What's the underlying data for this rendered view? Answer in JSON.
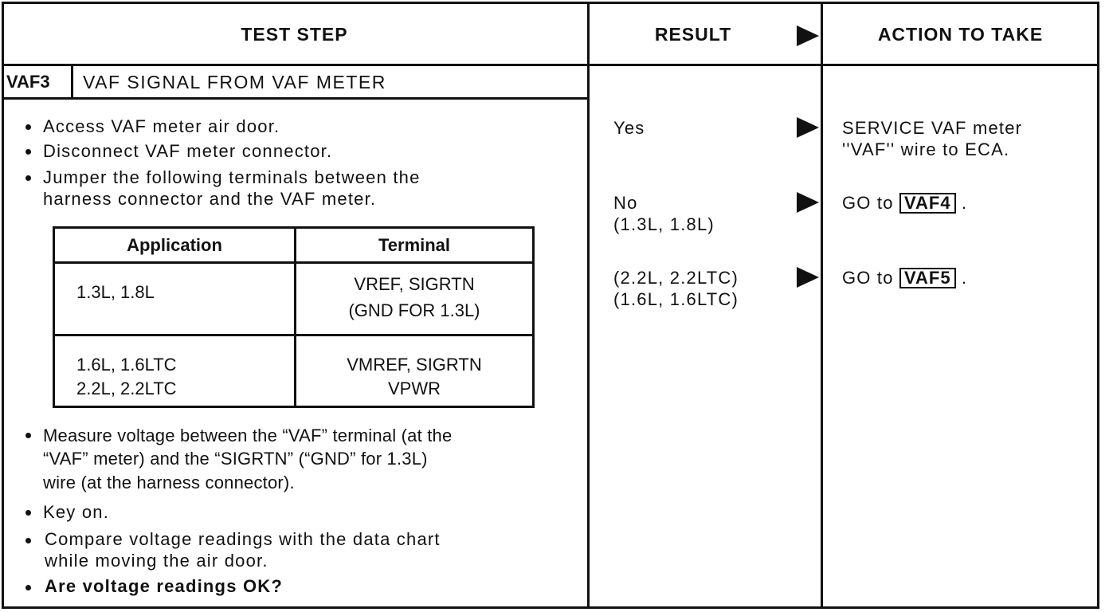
{
  "header": {
    "test_step": "TEST STEP",
    "result": "RESULT",
    "action_to_take": "ACTION TO TAKE"
  },
  "step": {
    "id": "VAF3",
    "title": "VAF SIGNAL FROM VAF METER"
  },
  "instructions_top": [
    "Access VAF meter air door.",
    "Disconnect VAF meter connector.",
    "Jumper the following terminals between the",
    "harness connector and the VAF meter."
  ],
  "terminal_table": {
    "headers": [
      "Application",
      "Terminal"
    ],
    "rows": [
      {
        "application": [
          "1.3L, 1.8L"
        ],
        "terminal": [
          "VREF, SIGRTN",
          "(GND FOR 1.3L)"
        ]
      },
      {
        "application": [
          "1.6L, 1.6LTC",
          "2.2L, 2.2LTC"
        ],
        "terminal": [
          "VMREF, SIGRTN",
          "VPWR"
        ]
      }
    ]
  },
  "instructions_bottom": {
    "measure": [
      "Measure voltage between the “VAF” terminal (at the",
      "“VAF” meter) and the “SIGRTN” (“GND” for 1.3L)",
      "wire  (at the harness connector)."
    ],
    "key_on": "Key on.",
    "compare": [
      "Compare voltage readings with the data chart",
      "while moving the air door."
    ],
    "question": "Are voltage readings OK?"
  },
  "results": [
    {
      "lines": [
        "Yes"
      ]
    },
    {
      "lines": [
        "No",
        "(1.3L, 1.8L)"
      ]
    },
    {
      "lines": [
        "(2.2L, 2.2LTC)",
        "(1.6L, 1.6LTC)"
      ]
    }
  ],
  "actions": [
    {
      "lines": [
        "SERVICE VAF meter",
        "''VAF'' wire to ECA."
      ]
    },
    {
      "prefix": "GO to",
      "ref": "VAF4",
      "suffix": "."
    },
    {
      "prefix": "GO to",
      "ref": "VAF5",
      "suffix": "."
    }
  ]
}
